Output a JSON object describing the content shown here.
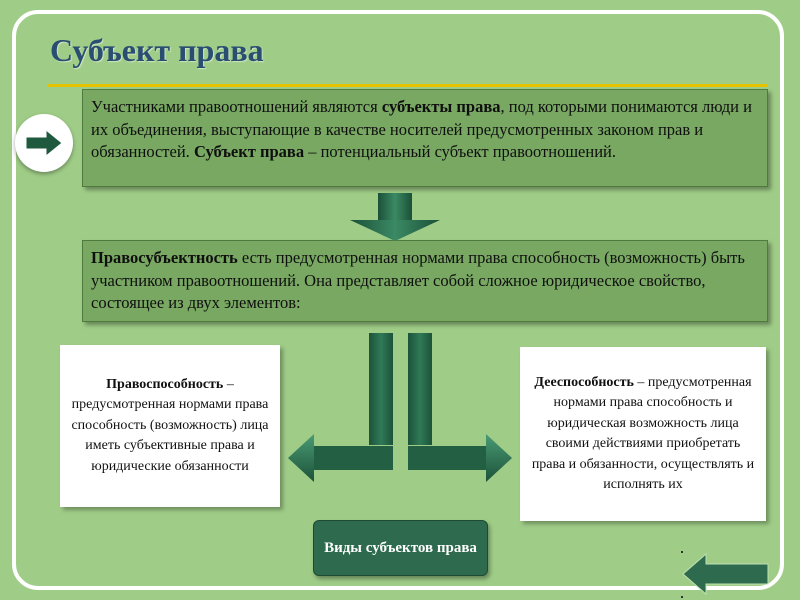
{
  "title": "Субъект права",
  "box1": {
    "part1": "Участниками правоотношений являются ",
    "bold1": "субъекты права",
    "part2": ", под которыми понимаются люди и их объединения, выступающие в качестве носителей предусмотренных законом прав и обязанностей. ",
    "bold2": "Субъект права",
    "part3": " – потенциальный субъект правоотношений."
  },
  "box2": {
    "bold": "Правосубъектность",
    "text": " есть предусмотренная нормами права способность (возможность) быть участником правоотношений. Она представляет собой сложное юридическое свойство, состоящее из двух элементов:"
  },
  "left_box": {
    "bold": "Правоспособность",
    "text": " – предусмотренная нормами права способность (возможность) лица иметь субъективные права и юридические обязанности"
  },
  "right_box": {
    "bold": "Дееспособность",
    "text": " – предусмотренная нормами права способность и юридическая возможность лица своими действиями приобретать права и обязанности, осуществлять и исполнять их"
  },
  "types_button": "Виды субъектов права",
  "colors": {
    "background": "#9fcd87",
    "title": "#2a4d72",
    "accent_line": "#e5c300",
    "box_dark": "#78a862",
    "arrow_dark": "#1f5a3f",
    "button": "#2e6b4e"
  }
}
